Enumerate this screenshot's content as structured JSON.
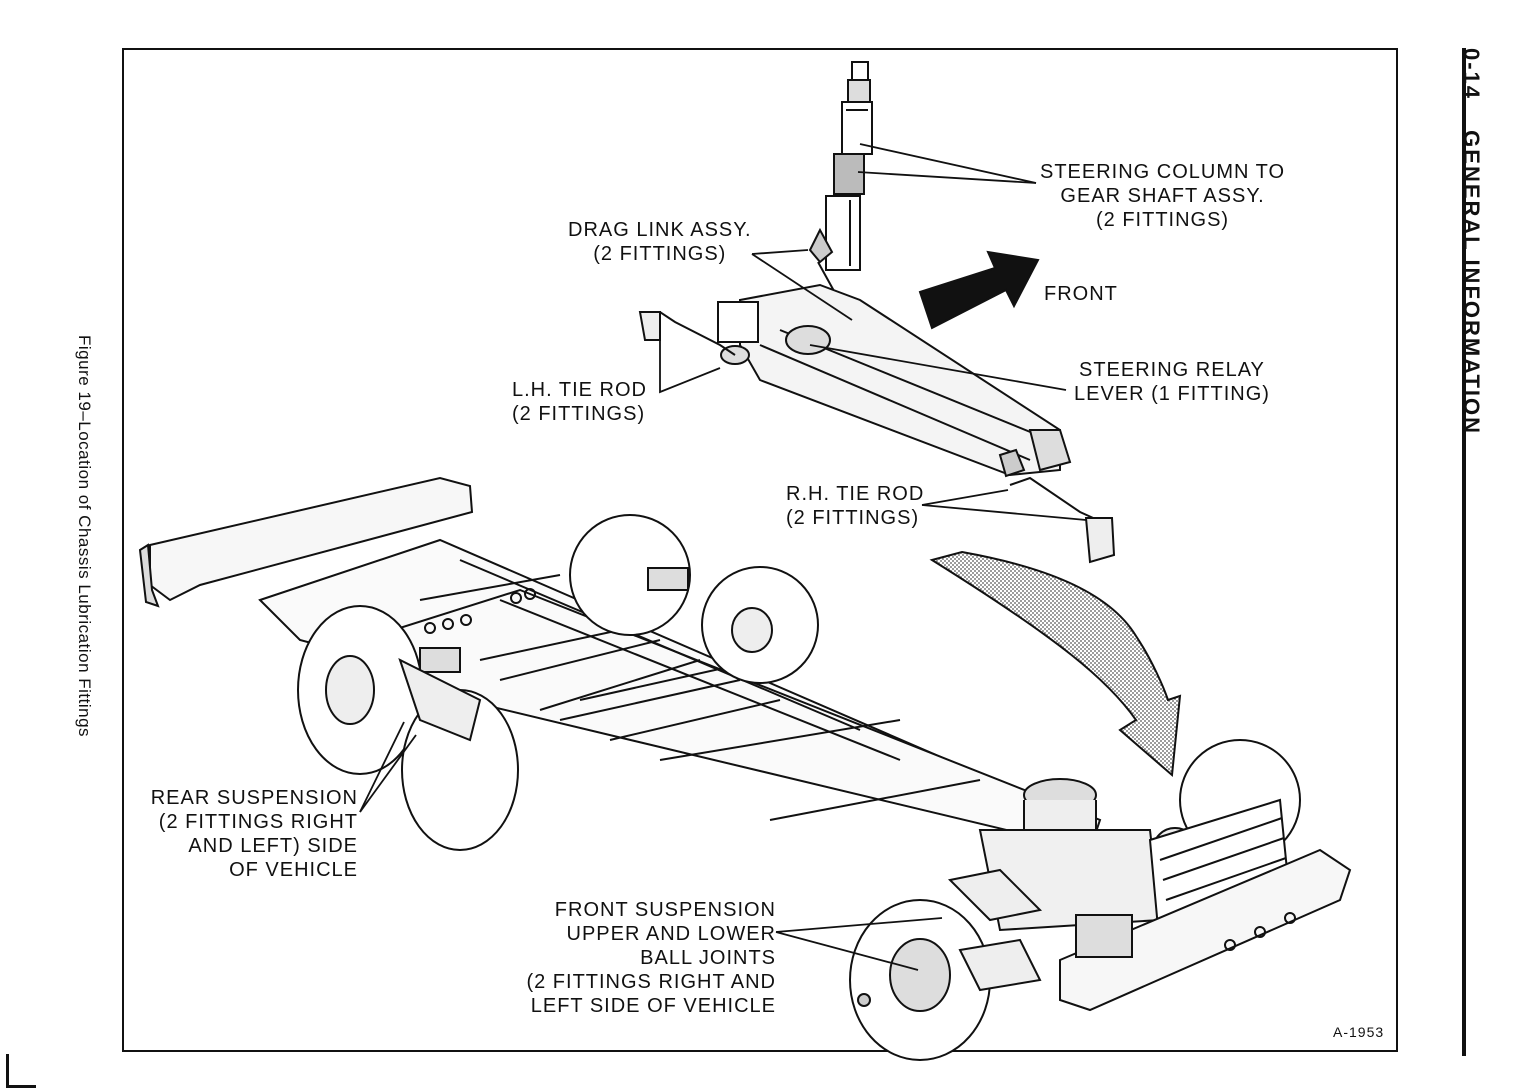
{
  "page": {
    "number": "0-14",
    "section": "GENERAL INFORMATION",
    "caption": "Figure 19–Location of Chassis Lubrication Fittings"
  },
  "figure": {
    "id": "A-1953",
    "labels": {
      "steering_column": [
        "STEERING COLUMN TO",
        "GEAR SHAFT ASSY.",
        "(2 FITTINGS)"
      ],
      "drag_link": [
        "DRAG LINK ASSY.",
        "(2 FITTINGS)"
      ],
      "front": [
        "FRONT"
      ],
      "lh_tie_rod": [
        "L.H. TIE ROD",
        "(2 FITTINGS)"
      ],
      "steering_relay": [
        "STEERING RELAY",
        "LEVER (1 FITTING)"
      ],
      "rh_tie_rod": [
        "R.H. TIE ROD",
        "(2 FITTINGS)"
      ],
      "rear_suspension": [
        "REAR SUSPENSION",
        "(2 FITTINGS RIGHT",
        "AND LEFT) SIDE",
        "OF VEHICLE"
      ],
      "front_suspension": [
        "FRONT SUSPENSION",
        "UPPER AND LOWER",
        "BALL JOINTS",
        "(2 FITTINGS RIGHT AND",
        "LEFT SIDE OF VEHICLE"
      ]
    }
  }
}
